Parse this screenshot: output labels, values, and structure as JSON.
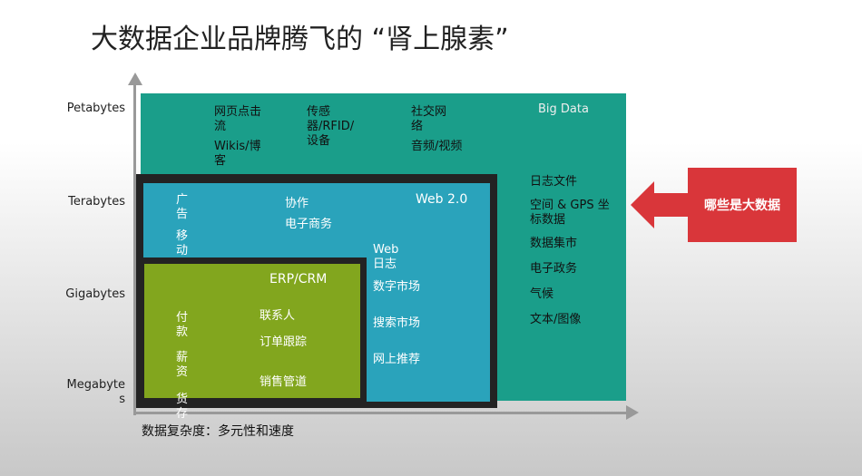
{
  "title": "大数据企业品牌腾飞的 “肾上腺素”",
  "y_axis": [
    "Petabytes",
    "Terabytes",
    "Gigabytes",
    "Megabytes"
  ],
  "x_axis_label": "数据复杂度：多元性和速度",
  "big_data": {
    "label": "Big Data",
    "items_top": [
      "网页点击流",
      "Wikis/博客",
      "传感器/RFID/设备",
      "社交网络",
      "音频/视频"
    ],
    "items_right": [
      "日志文件",
      "空间 & GPS 坐标数据",
      "数据集市",
      "电子政务",
      "气候",
      "文本/图像"
    ]
  },
  "web2": {
    "label": "Web 2.0",
    "items": [
      "广告",
      "移动",
      "协作",
      "电子商务",
      "Web日志",
      "数字市场",
      "搜索市场",
      "网上推荐"
    ]
  },
  "erp": {
    "label": "ERP/CRM",
    "items": [
      "付款",
      "薪资",
      "货存",
      "联系人",
      "订单跟踪",
      "销售管道"
    ]
  },
  "callout": "哪些是大数据",
  "colors": {
    "bigdata": "#1a9e8a",
    "web2": "#2aa3bb",
    "erp": "#82a61e",
    "callout": "#d9363a"
  }
}
